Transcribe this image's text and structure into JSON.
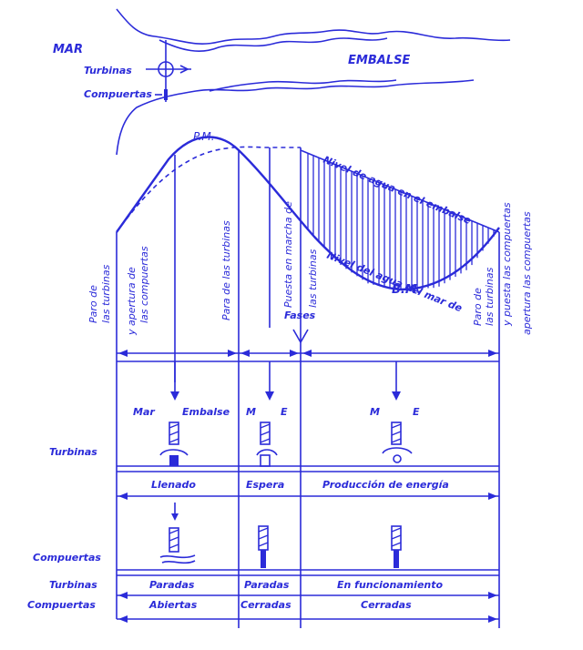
{
  "ink_color": "#2b2bd9",
  "top": {
    "mar": "MAR",
    "embalse": "EMBALSE",
    "turbinas": "Turbinas",
    "compuertas": "Compuertas"
  },
  "curve": {
    "pm": "P.M.",
    "bm": "B.M.",
    "nivel_embalse": "Nivel de agua en el embalse",
    "nivel_mar": "Nivel del agua del mar de",
    "fases": "Fases"
  },
  "vertical_labels": [
    "Paro de las turbinas",
    "y apertura de las compuertas",
    "Para de las turbinas",
    "Puesta en marcha de las turbinas",
    "Paro de las turbinas",
    "y puesta las compuertas apertura las compuertas"
  ],
  "vertical_label_lines": {
    "v1a": "Paro de",
    "v1b": "las turbinas",
    "v2a": "y apertura de",
    "v2b": "las compuertas",
    "v3": "Para de las turbinas",
    "v4a": "Puesta en marcha de",
    "v4b": "las turbinas",
    "v5a": "Paro de",
    "v5b": "las turbinas",
    "v6a": "y puesta las compuertas",
    "v6b": "apertura las compuertas"
  },
  "phase_headers": {
    "p1_left": "Mar",
    "p1_right": "Embalse",
    "p2_left": "M",
    "p2_right": "E",
    "p3_left": "M",
    "p3_right": "E"
  },
  "row_labels": {
    "turbinas": "Turbinas",
    "compuertas": "Compuertas",
    "turbinas2": "Turbinas",
    "compuertas2": "Compuertas"
  },
  "phases": [
    "Llenado",
    "Espera",
    "Producción de energía"
  ],
  "turbinas_state": [
    "Paradas",
    "Paradas",
    "En funcionamiento"
  ],
  "compuertas_state": [
    "Abiertas",
    "Cerradas",
    "Cerradas"
  ]
}
